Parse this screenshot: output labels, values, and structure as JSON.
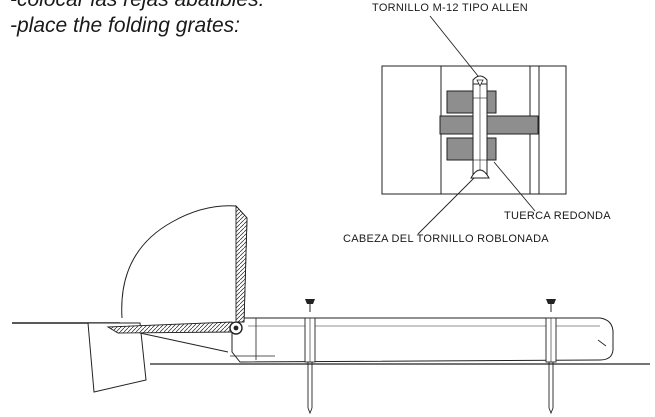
{
  "instructions": {
    "spanish": "-colocar las rejas abatibles:",
    "english": "-place the folding grates:"
  },
  "callouts": {
    "screw": "TORNILLO M-12 TIPO ALLEN",
    "nut": "TUERCA REDONDA",
    "screw_head": "CABEZA DEL TORNILLO ROBLONADA"
  }
}
